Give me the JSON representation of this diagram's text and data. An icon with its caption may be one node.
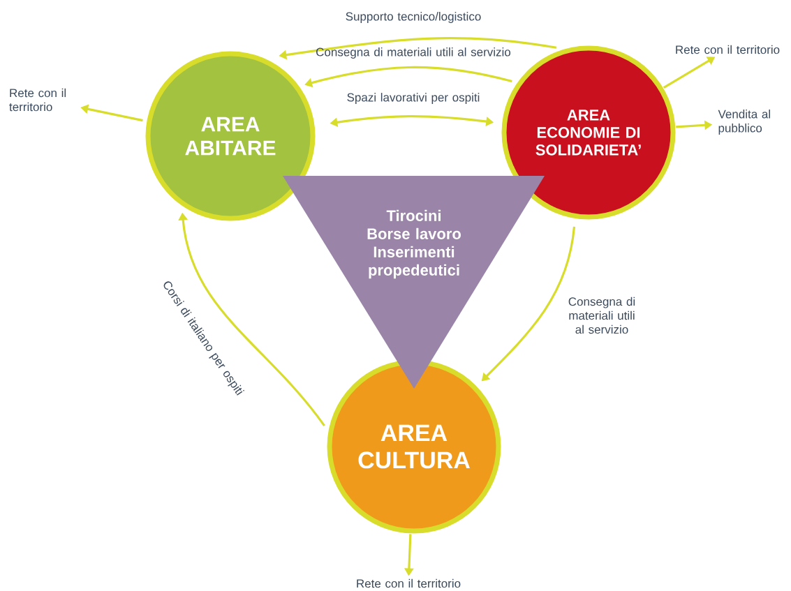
{
  "diagram": {
    "nodes": [
      {
        "text": [
          "AREA ABITARE"
        ]
      },
      {
        "text": [
          "AREA ECONOMIE DI SOLIDARIETA’"
        ]
      },
      {
        "text": [
          "AREA CULTURA"
        ]
      },
      {
        "text": [
          "Tirocini",
          "Borse lavoro",
          "Inserimenti propedeutici"
        ]
      },
      {
        "text": [
          "Rete con il territorio"
        ]
      },
      {
        "text": [
          "Rete con il territorio"
        ]
      },
      {
        "text": [
          "Vendita al pubblico"
        ]
      },
      {
        "text": [
          "Rete con il territorio"
        ]
      }
    ],
    "edges": [
      {
        "from": 1,
        "to": 0,
        "arrow": "to",
        "label": "Supporto tecnico/logistico"
      },
      {
        "from": 1,
        "to": 0,
        "arrow": "to",
        "label": "Consegna di materiali utili al servizio"
      },
      {
        "from": 0,
        "to": 1,
        "arrow": "both",
        "label": "Spazi lavorativi per ospiti"
      },
      {
        "from": 1,
        "to": 2,
        "arrow": "to",
        "label": "Consegna di materiali utili al servizio"
      },
      {
        "from": 2,
        "to": 0,
        "arrow": "to",
        "label": "Corsi di italiano per ospiti"
      },
      {
        "from": 0,
        "to": 4,
        "arrow": "to"
      },
      {
        "from": 1,
        "to": 5,
        "arrow": "to"
      },
      {
        "from": 1,
        "to": 6,
        "arrow": "to"
      },
      {
        "from": 2,
        "to": 7,
        "arrow": "to"
      }
    ]
  }
}
